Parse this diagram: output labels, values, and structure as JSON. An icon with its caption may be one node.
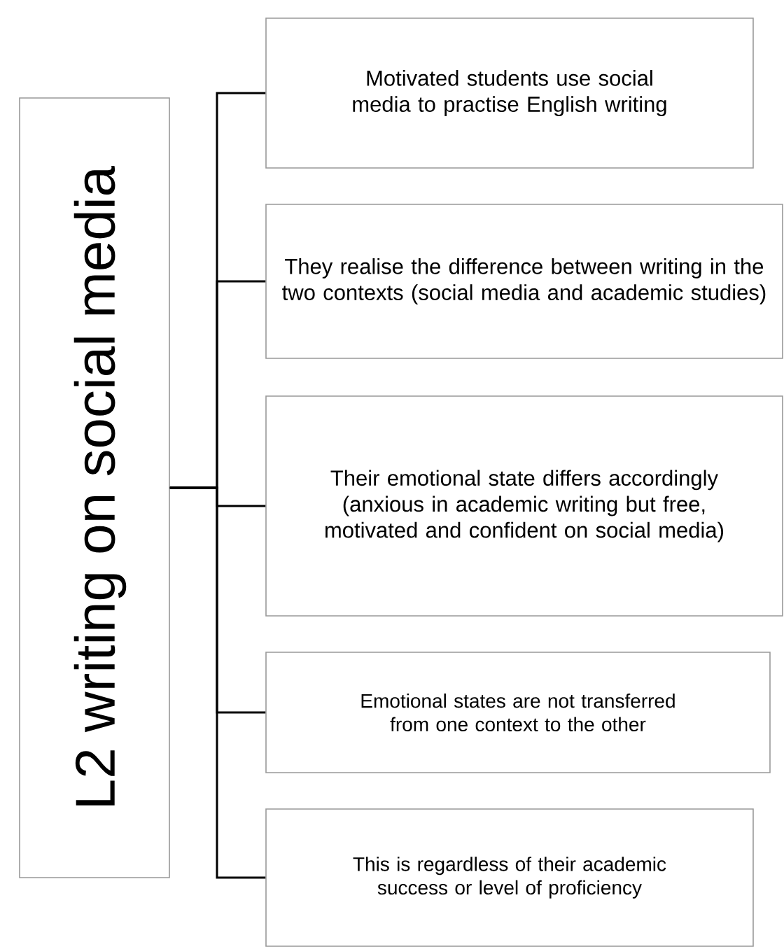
{
  "diagram": {
    "nodes": [
      {
        "text": [
          "L2 writing on social media"
        ]
      },
      {
        "text": [
          "Motivated students use social media to practise English writing"
        ]
      },
      {
        "text": [
          "They realise the difference between writing in the two contexts (social media and academic studies)"
        ]
      },
      {
        "text": [
          "Their emotional state differs accordingly (anxious in academic writing but free, motivated and confident on social media)"
        ]
      },
      {
        "text": [
          "Emotional states are not transferred from one context to the other"
        ]
      },
      {
        "text": [
          "This is regardless of their academic success or level of proficiency"
        ]
      }
    ],
    "edges": [
      {
        "from": 0,
        "to": 1,
        "arrow": "none"
      },
      {
        "from": 0,
        "to": 2,
        "arrow": "none"
      },
      {
        "from": 0,
        "to": 3,
        "arrow": "none"
      },
      {
        "from": 0,
        "to": 4,
        "arrow": "none"
      },
      {
        "from": 0,
        "to": 5,
        "arrow": "none"
      }
    ]
  }
}
